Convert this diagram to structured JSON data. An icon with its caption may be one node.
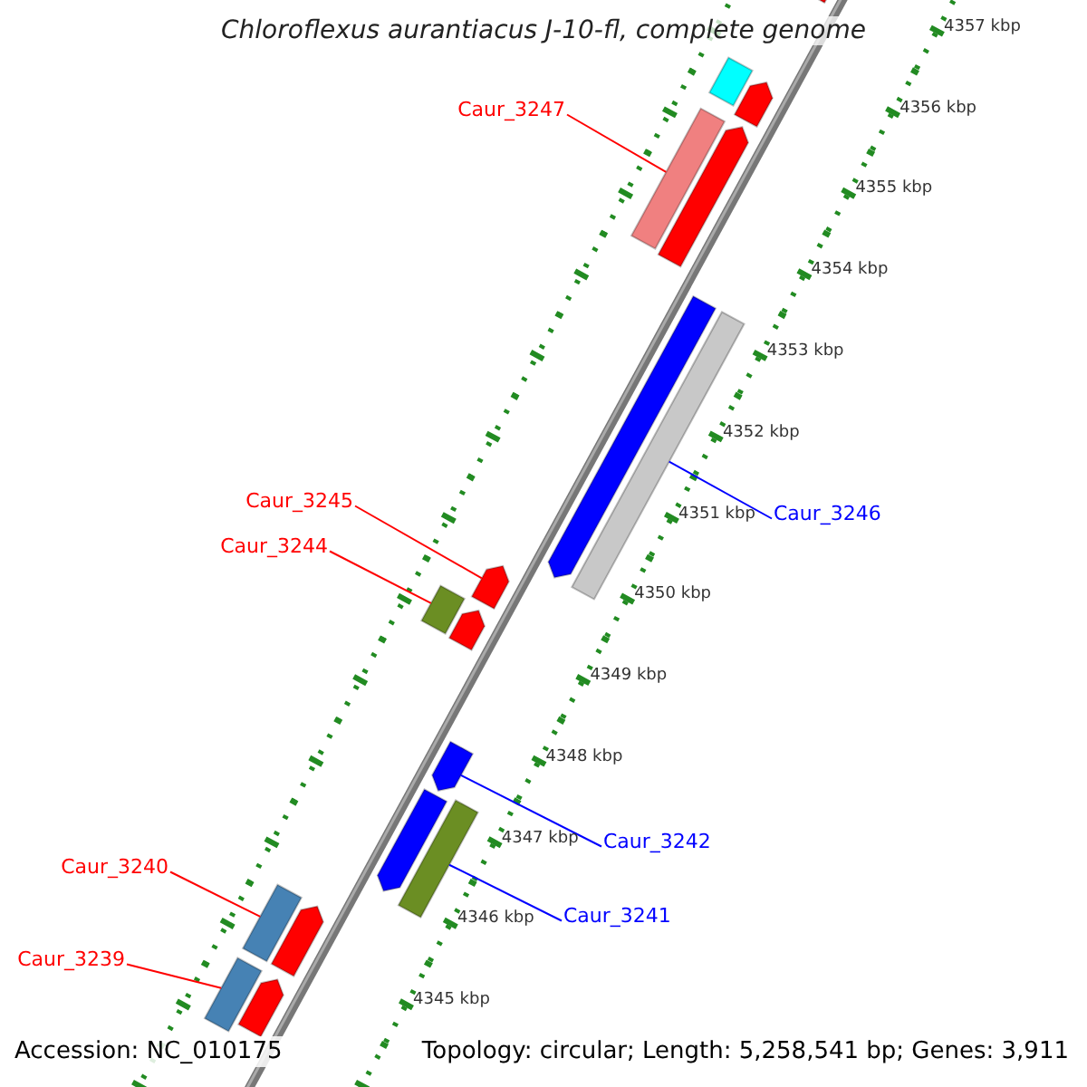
{
  "diagram": {
    "title": "Chloroflexus aurantiacus J-10-fl, complete genome",
    "nodes": [
      {
        "text": [
          "Caur_3247"
        ]
      },
      {
        "text": [
          "Caur_3246"
        ]
      },
      {
        "text": [
          "Caur_3245"
        ]
      },
      {
        "text": [
          "Caur_3244"
        ]
      },
      {
        "text": [
          "Caur_3242"
        ]
      },
      {
        "text": [
          "Caur_3241"
        ]
      },
      {
        "text": [
          "Caur_3240"
        ]
      },
      {
        "text": [
          "Caur_3239"
        ]
      },
      {
        "text": [],
        "shape": "arrow"
      },
      {
        "text": [],
        "shape": "bar"
      },
      {
        "text": [],
        "shape": "arrow"
      },
      {
        "text": [],
        "shape": "bar"
      },
      {
        "text": [],
        "shape": "arrow"
      },
      {
        "text": [],
        "shape": "arrow"
      },
      {
        "text": [],
        "shape": "bar"
      },
      {
        "text": [],
        "shape": "arrow"
      },
      {
        "text": [],
        "shape": "bar"
      },
      {
        "text": [],
        "shape": "arrow"
      },
      {
        "text": [],
        "shape": "arrow"
      },
      {
        "text": [],
        "shape": "arrow"
      },
      {
        "text": [],
        "shape": "bar"
      },
      {
        "text": [],
        "shape": "bar"
      },
      {
        "text": [],
        "shape": "arrow"
      },
      {
        "text": [],
        "shape": "bar"
      },
      {
        "text": [],
        "shape": "arrow"
      }
    ],
    "edges": [
      {
        "from": 0,
        "to": 11,
        "arrow": "none"
      },
      {
        "from": 1,
        "to": 14,
        "arrow": "none",
        "color": "#0000ff"
      },
      {
        "from": 2,
        "to": 15,
        "arrow": "none"
      },
      {
        "from": 3,
        "to": 16,
        "arrow": "none"
      },
      {
        "from": 4,
        "to": 18,
        "arrow": "none",
        "color": "#0000ff"
      },
      {
        "from": 5,
        "to": 20,
        "arrow": "none",
        "color": "#0000ff"
      },
      {
        "from": 6,
        "to": 21,
        "arrow": "none"
      },
      {
        "from": 7,
        "to": 23,
        "arrow": "none"
      }
    ],
    "labels": [
      "4357 kbp",
      "4356 kbp",
      "4355 kbp",
      "4354 kbp",
      "4353 kbp",
      "4352 kbp",
      "4351 kbp",
      "4350 kbp",
      "4349 kbp",
      "4348 kbp",
      "4347 kbp",
      "4346 kbp",
      "4345 kbp",
      "Accession: NC_010175",
      "Topology: circular; Length: 5,258,541 bp; Genes: 3,911"
    ]
  }
}
